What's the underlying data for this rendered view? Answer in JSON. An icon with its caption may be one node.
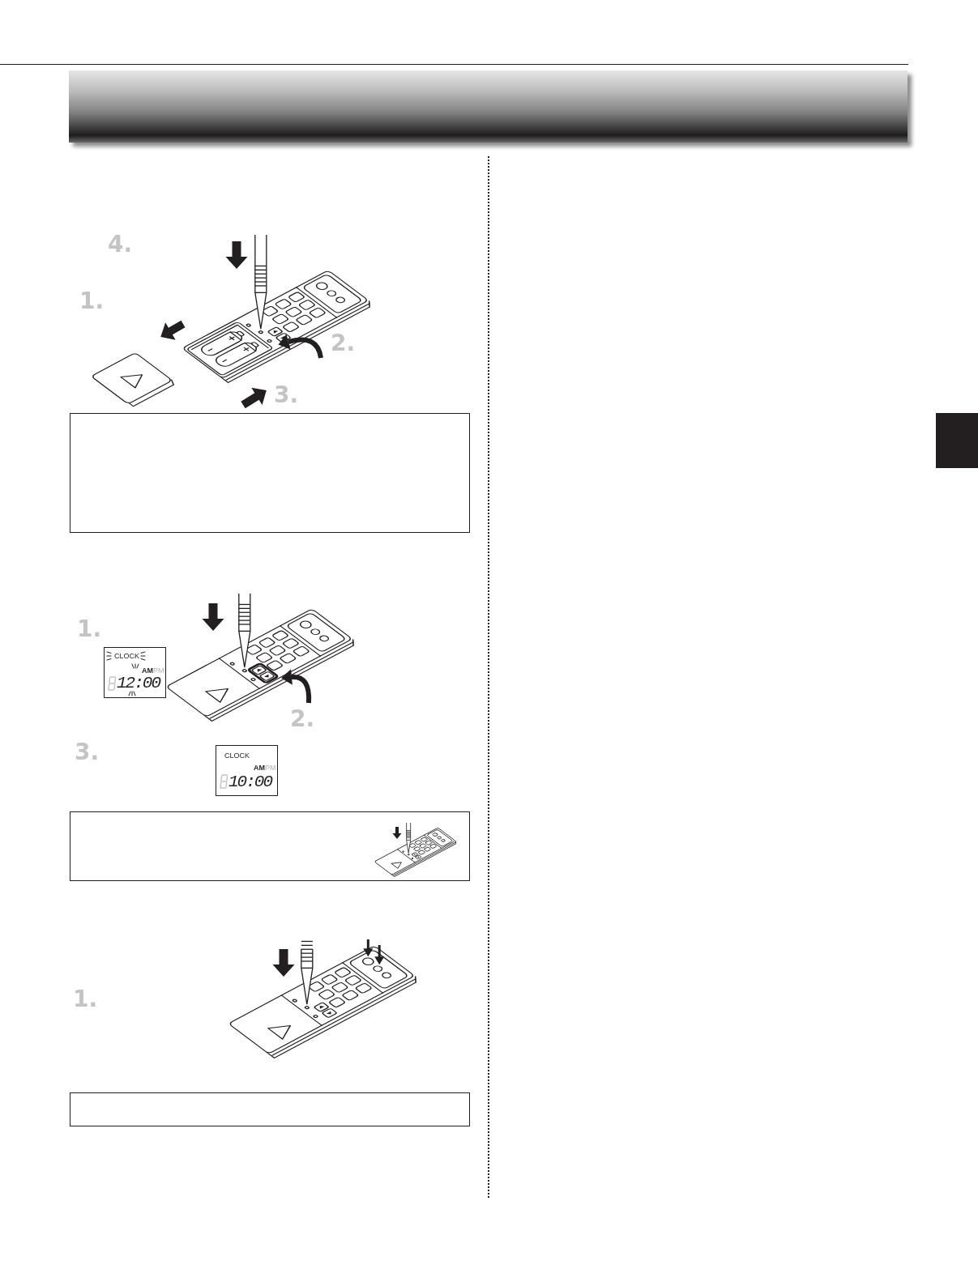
{
  "diagram": {
    "nodes": [
      {
        "text": [
          "CLOCK",
          "AM",
          "PM",
          "12:00"
        ]
      },
      {
        "text": [
          "CLOCK",
          "AM",
          "PM",
          "10:00"
        ]
      }
    ],
    "labels": [
      "4.",
      "1.",
      "2.",
      "3.",
      "1.",
      "2.",
      "3.",
      "1."
    ]
  }
}
